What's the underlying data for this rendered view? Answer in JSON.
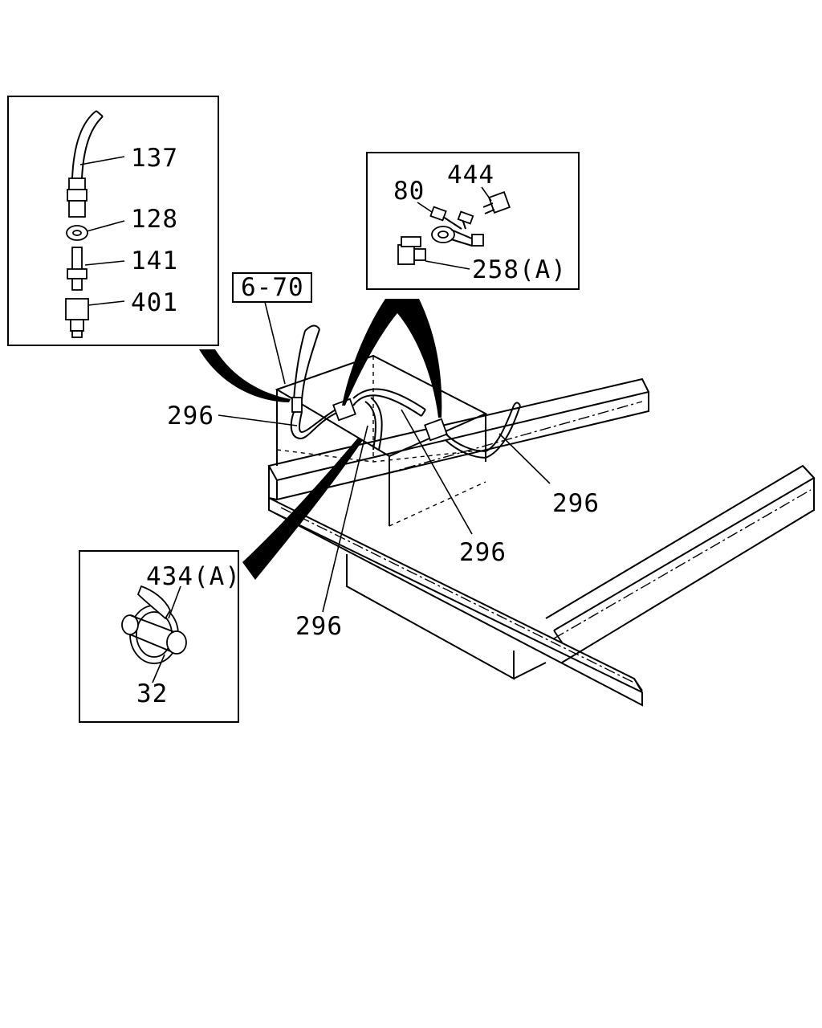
{
  "labels": {
    "p137": "137",
    "p128": "128",
    "p141": "141",
    "p401": "401",
    "p444": "444",
    "p80": "80",
    "p258": "258(A)",
    "ref": "6-70",
    "p296_left": "296",
    "p296_right": "296",
    "p296_mid": "296",
    "p296_bottom": "296",
    "p434": "434(A)",
    "p32": "32"
  }
}
